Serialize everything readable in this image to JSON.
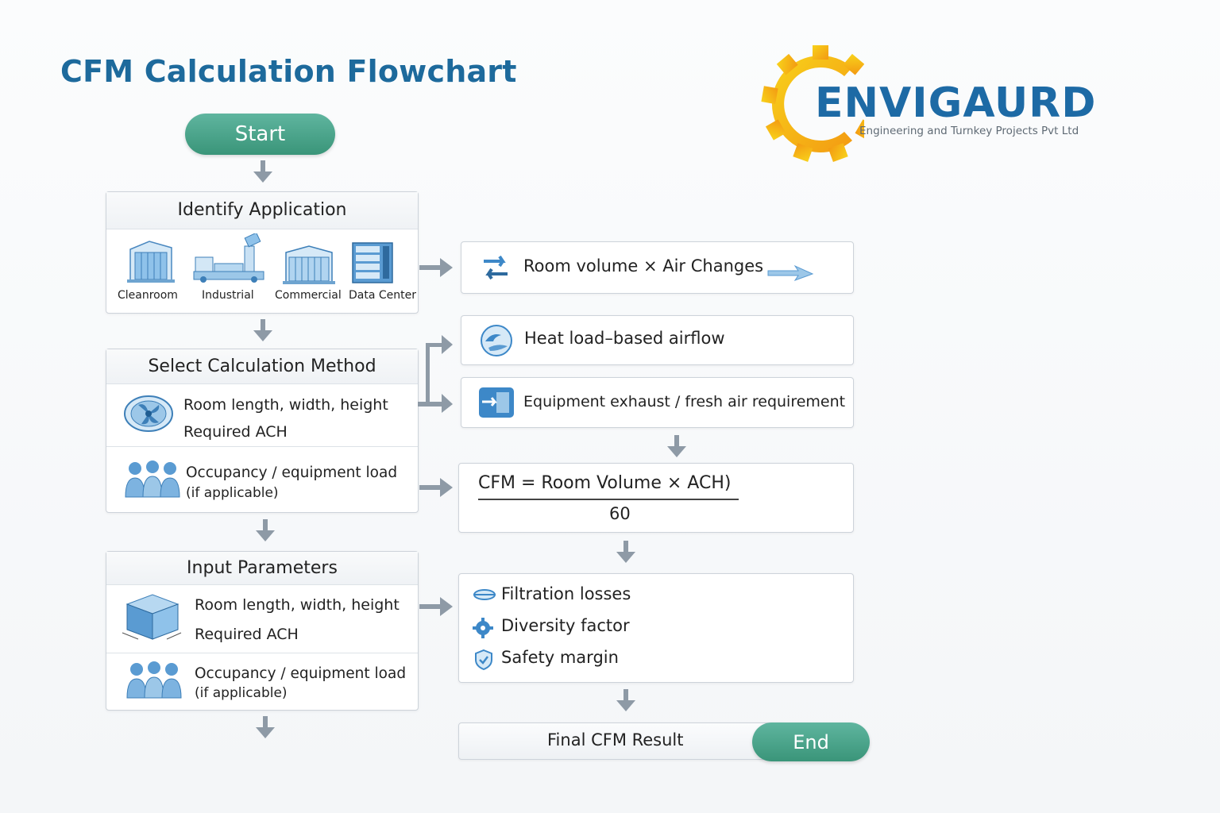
{
  "title": "CFM Calculation Flowchart",
  "logo": {
    "name": "ENVIGAURD",
    "subtitle": "Engineering and Turnkey Projects Pvt Ltd",
    "colors": {
      "gear": "#f5b817",
      "text": "#1d6aa5"
    }
  },
  "start_label": "Start",
  "end_label": "End",
  "identify": {
    "heading": "Identify Application",
    "applications": [
      {
        "label": "Cleanroom",
        "icon": "cleanroom-building-icon"
      },
      {
        "label": "Industrial",
        "icon": "industrial-plant-icon"
      },
      {
        "label": "Commercial",
        "icon": "commercial-building-icon"
      },
      {
        "label": "Data Center",
        "icon": "server-rack-icon"
      }
    ]
  },
  "select_method": {
    "heading": "Select Calculation Method",
    "row1": {
      "line1": "Room length, width, height",
      "line2": "Required ACH",
      "icon": "fan-icon"
    },
    "row2": {
      "line1": "Occupancy / equipment load",
      "line2": "(if applicable)",
      "icon": "people-icon"
    }
  },
  "input_params": {
    "heading": "Input Parameters",
    "row1": {
      "line1": "Room length, width, height",
      "line2": "Required ACH",
      "icon": "room-cube-icon"
    },
    "row2": {
      "line1": "Occupancy / equipment load",
      "line2": "(if applicable)",
      "icon": "people-icon"
    }
  },
  "methods": [
    {
      "label": "Room volume × Air Changes",
      "icon": "air-exchange-icon"
    },
    {
      "label": "Heat load–based airflow",
      "icon": "heat-airflow-icon"
    },
    {
      "label": "Equipment exhaust / fresh air requirement",
      "icon": "exhaust-icon"
    }
  ],
  "formula": {
    "numerator": "CFM = Room Volume × ACH)",
    "denominator": "60"
  },
  "adjustments": [
    {
      "label": "Filtration losses",
      "icon": "filter-icon"
    },
    {
      "label": "Diversity factor",
      "icon": "gear-icon"
    },
    {
      "label": "Safety margin",
      "icon": "shield-icon"
    }
  ],
  "final_result": "Final CFM Result",
  "colors": {
    "title": "#1d6a9c",
    "pill": "#46a087",
    "arrow": "#8e9aa6",
    "icon_blue": "#4a9ad6"
  }
}
